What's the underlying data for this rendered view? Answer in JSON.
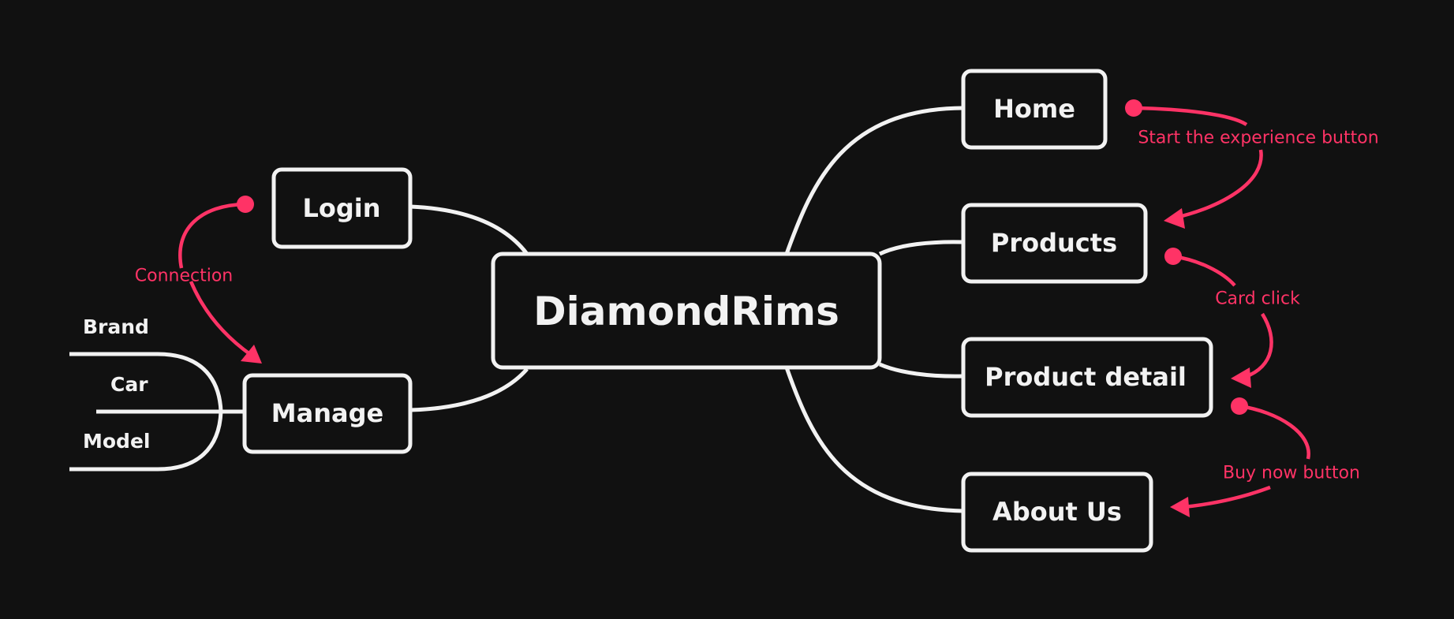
{
  "diagram": {
    "center": "DiamondRims",
    "left_nodes": {
      "login": "Login",
      "manage": "Manage"
    },
    "manage_children": [
      "Brand",
      "Car",
      "Model"
    ],
    "right_nodes": [
      "Home",
      "Products",
      "Product detail",
      "About Us"
    ],
    "annotations": {
      "connection": "Connection",
      "start_button": "Start the experience button",
      "card_click": "Card click",
      "buy_now": "Buy now button"
    },
    "colors": {
      "background": "#111111",
      "stroke": "#f2f2f2",
      "accent": "#ff3366"
    }
  }
}
